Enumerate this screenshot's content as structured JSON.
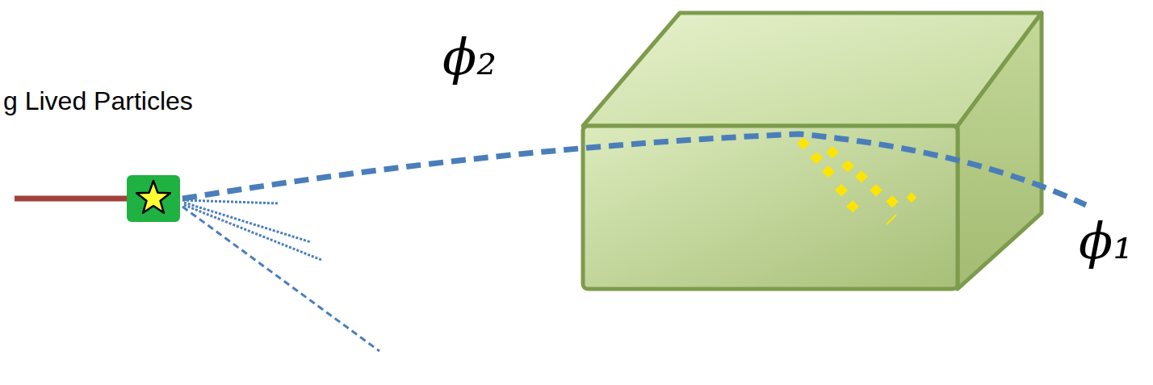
{
  "diagram": {
    "labels": [
      "g Lived Particles",
      "ϕ₂",
      "ϕ₁"
    ]
  }
}
